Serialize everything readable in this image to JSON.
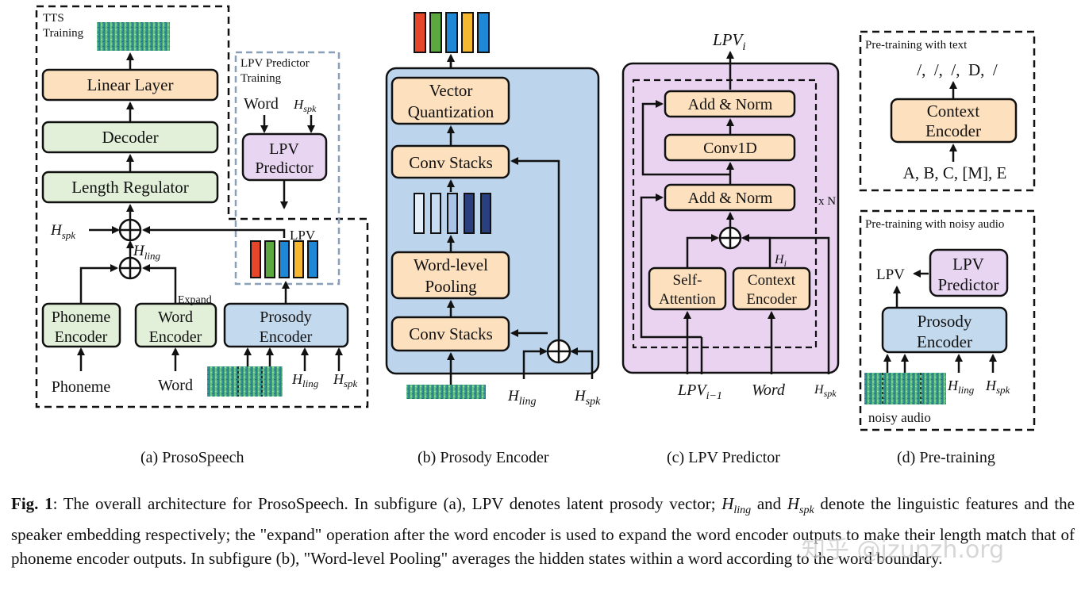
{
  "panel_a": {
    "tts_training": [
      "TTS",
      "Training"
    ],
    "linear_layer": "Linear Layer",
    "decoder": "Decoder",
    "length_regulator": "Length Regulator",
    "h_spk": "H",
    "h_spk_sub": "spk",
    "h_ling": "H",
    "h_ling_sub": "ling",
    "phoneme_encoder": [
      "Phoneme",
      "Encoder"
    ],
    "word_encoder": [
      "Word",
      "Encoder"
    ],
    "expand": "Expand",
    "prosody_encoder": [
      "Prosody",
      "Encoder"
    ],
    "phoneme": "Phoneme",
    "word": "Word",
    "lpv_training": [
      "LPV Predictor",
      "Training"
    ],
    "lpv_word": "Word",
    "lpv_predictor": [
      "LPV",
      "Predictor"
    ],
    "lpv": "LPV",
    "bar_colors": [
      "#e8462b",
      "#5aa83e",
      "#1e88d6",
      "#f6b830",
      "#1e88d6"
    ]
  },
  "panel_b": {
    "vector_quantization": [
      "Vector",
      "Quantization"
    ],
    "conv_stacks_top": "Conv Stacks",
    "word_level_pooling": [
      "Word-level",
      "Pooling"
    ],
    "conv_stacks_bottom": "Conv Stacks",
    "h_ling": "H",
    "h_ling_sub": "ling",
    "h_spk": "H",
    "h_spk_sub": "spk",
    "bar_colors": [
      "#e8462b",
      "#5aa83e",
      "#1e88d6",
      "#f6b830",
      "#1e88d6"
    ]
  },
  "panel_c": {
    "lpv_i": "LPV",
    "lpv_i_sub": "i",
    "add_norm_top": "Add & Norm",
    "conv1d": "Conv1D",
    "add_norm_bottom": "Add & Norm",
    "xn": "x N",
    "self_attention": [
      "Self-",
      "Attention"
    ],
    "context_encoder": [
      "Context",
      "Encoder"
    ],
    "h_i": "H",
    "h_i_sub": "i",
    "lpv_prev": "LPV",
    "lpv_prev_sub": "i−1",
    "word": "Word",
    "h_spk": "H",
    "h_spk_sub": "spk"
  },
  "panel_d": {
    "pretrain_text_title": "Pre-training with text",
    "output_tokens": "/,  /,  /,  D,  /",
    "context_encoder": [
      "Context",
      "Encoder"
    ],
    "input_tokens": "A, B, C, [M], E",
    "pretrain_audio_title": "Pre-training with noisy audio",
    "lpv": "LPV",
    "lpv_predictor": [
      "LPV",
      "Predictor"
    ],
    "prosody_encoder": [
      "Prosody",
      "Encoder"
    ],
    "h_ling": "H",
    "h_ling_sub": "ling",
    "h_spk": "H",
    "h_spk_sub": "spk",
    "noisy_audio": "noisy audio"
  },
  "subcaptions": {
    "a": "(a) ProsoSpeech",
    "b": "(b) Prosody Encoder",
    "c": "(c) LPV Predictor",
    "d": "(d) Pre-training"
  },
  "caption": {
    "fig_label": "Fig. 1",
    "part1": ": The overall architecture for ProsoSpeech. In subfigure (a), LPV denotes latent prosody vector; ",
    "h_ling": "H",
    "h_ling_sub": "ling",
    "and": " and ",
    "h_spk": "H",
    "h_spk_sub": "spk",
    "part2": " denote the linguistic features and the speaker embedding respectively; the \"expand\" operation after the word encoder is used to expand the word encoder outputs to make their length match that of phoneme encoder outputs. In subfigure (b), \"Word-level Pooling\" averages the hidden states within a word according to the word boundary."
  },
  "watermark": "知乎 @jzunzh.org",
  "colors": {
    "orange_box": "#fde0bd",
    "green_box": "#e2f0d9",
    "blue_box": "#c3d9ee",
    "purple_box": "#e8d5f2",
    "blue_panel": "#bcd5ec",
    "purple_panel": "#e9d3f1"
  }
}
